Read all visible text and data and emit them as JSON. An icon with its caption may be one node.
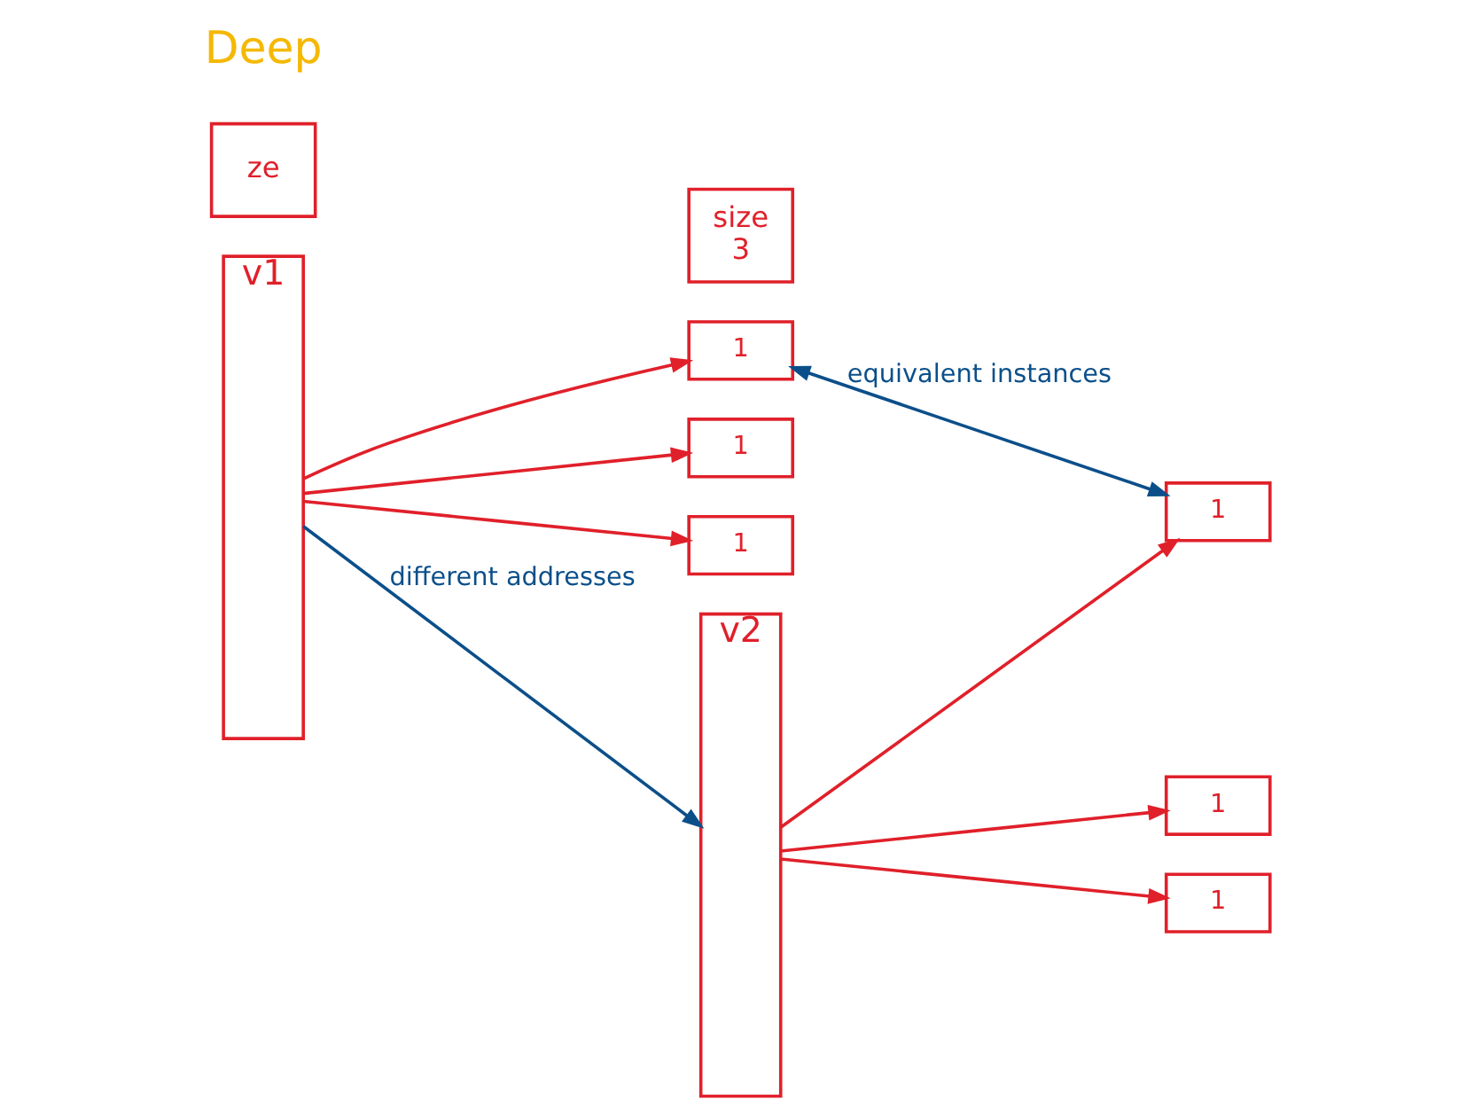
{
  "diagram": {
    "nodes": [
      {
        "text": [
          "v1"
        ]
      },
      {
        "text": [
          "1"
        ]
      },
      {
        "text": [
          "1"
        ]
      },
      {
        "text": [
          "1"
        ]
      },
      {
        "text": [
          "ze"
        ]
      },
      {
        "text": [
          "size",
          "3"
        ]
      },
      {
        "text": [
          "v2"
        ]
      },
      {
        "text": [
          "1"
        ]
      },
      {
        "text": [
          "1"
        ]
      },
      {
        "text": [
          "1"
        ]
      }
    ],
    "edges": [
      {
        "from": 0,
        "to": 1,
        "arrow": "to"
      },
      {
        "from": 0,
        "to": 2,
        "arrow": "to"
      },
      {
        "from": 0,
        "to": 3,
        "arrow": "to"
      },
      {
        "from": 6,
        "to": 7,
        "arrow": "to"
      },
      {
        "from": 6,
        "to": 8,
        "arrow": "to"
      },
      {
        "from": 6,
        "to": 9,
        "arrow": "to"
      },
      {
        "from": 1,
        "to": 7,
        "arrow": "both",
        "label": "equivalent instances",
        "color": "#0b4f8a"
      },
      {
        "from": 0,
        "to": 6,
        "arrow": "to",
        "label": "different addresses",
        "color": "#0b4f8a"
      }
    ],
    "labels": [
      "Deep"
    ]
  }
}
